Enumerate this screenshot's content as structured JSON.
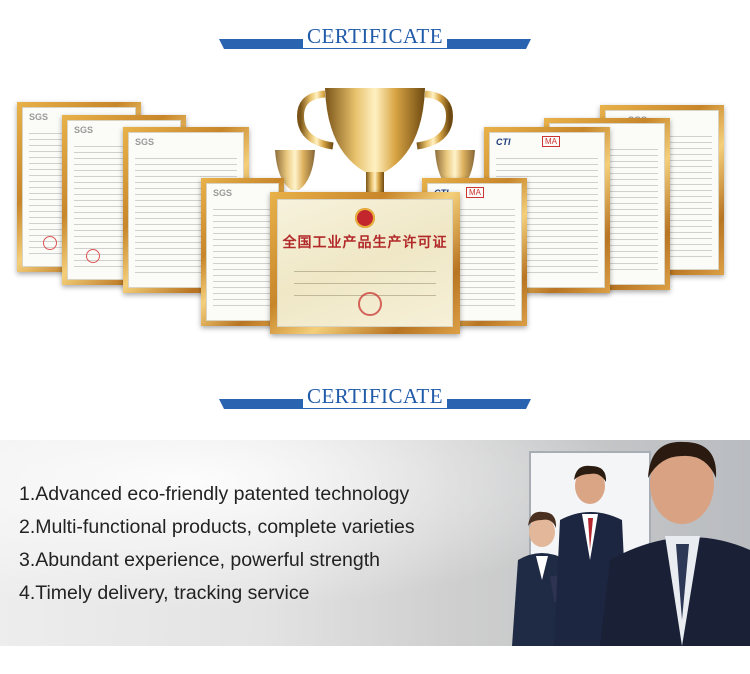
{
  "headers": {
    "top_title": "CERTIFICATE",
    "mid_title": "CERTIFICATE"
  },
  "certificates": {
    "main_title": "全国工业产品生产许可证",
    "sgs_logo": "SGS",
    "cti_logo": "CTI",
    "ma_mark": "MA"
  },
  "features": [
    "1.Advanced eco-friendly patented technology",
    "2.Multi-functional products, complete varieties",
    "3.Abundant experience, powerful strength",
    "4.Timely delivery, tracking service"
  ],
  "colors": {
    "accent_blue": "#2a63b0",
    "title_blue": "#1f5ba8",
    "frame_gold": "#d49a3c"
  }
}
